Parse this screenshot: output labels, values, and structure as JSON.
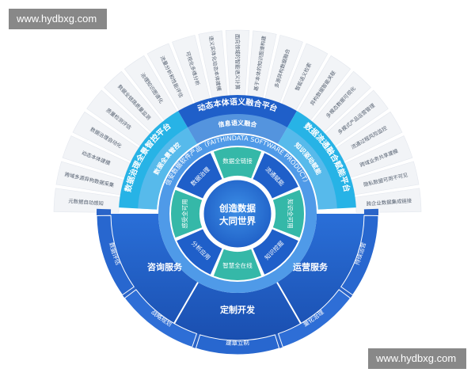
{
  "watermark": {
    "top": "www.hydbxg.com",
    "bottom": "www.hydbxg.com"
  },
  "colors": {
    "dark_blue": "#1f5fc9",
    "mid_blue": "#3a86e0",
    "cyan": "#27b3e6",
    "teal": "#35b8a8",
    "white": "#ffffff",
    "grey_text": "#556070",
    "petal": "#f2f4f7"
  },
  "center": {
    "line1": "创造数据",
    "line2": "大同世界"
  },
  "inner_ring": [
    "数据全链接",
    "流通赋能",
    "知识全可用",
    "知识挖掘",
    "智慧全在线",
    "分析应用",
    "感受全可用",
    "数据治理"
  ],
  "software_ring": {
    "label": "信安数据软件产品（FAITHINDATA SOFTWARE PRODUCT）"
  },
  "platforms": {
    "top": "动态本体语义融合平台",
    "top_sub": "信息语义融合",
    "left": "数据治理全景智控平台",
    "left_sub": "数据全景管控",
    "right": "数据流通融合赋能平台",
    "right_sub": "知识驱动赋能"
  },
  "services": {
    "left": "咨询服务",
    "center": "定制开发",
    "right": "运营服务"
  },
  "bottom_arcs": [
    "数据评估",
    "战略规划",
    "建章立制",
    "量化治理",
    "持续运营"
  ],
  "petals": [
    "元数据自动感知",
    "跨域多源异构数据采集",
    "动态本体建模",
    "数据治理自动化",
    "质量检测评估",
    "数据全链路质量监测",
    "治理知识图谱化",
    "流量分析和性能评估",
    "可视化多维分析",
    "语义实体化动态本体建模",
    "面向领域的智能语义计算",
    "基于本体的知识图谱构建",
    "多源异构数据融合",
    "智能语义检索",
    "异构数据智能关联",
    "多模态数据可视化",
    "多模式产品运营管理",
    "流通过程风险监控",
    "跨域业务共享建模",
    "隐私数据可用不可见",
    "跨企业数据集成链接"
  ]
}
